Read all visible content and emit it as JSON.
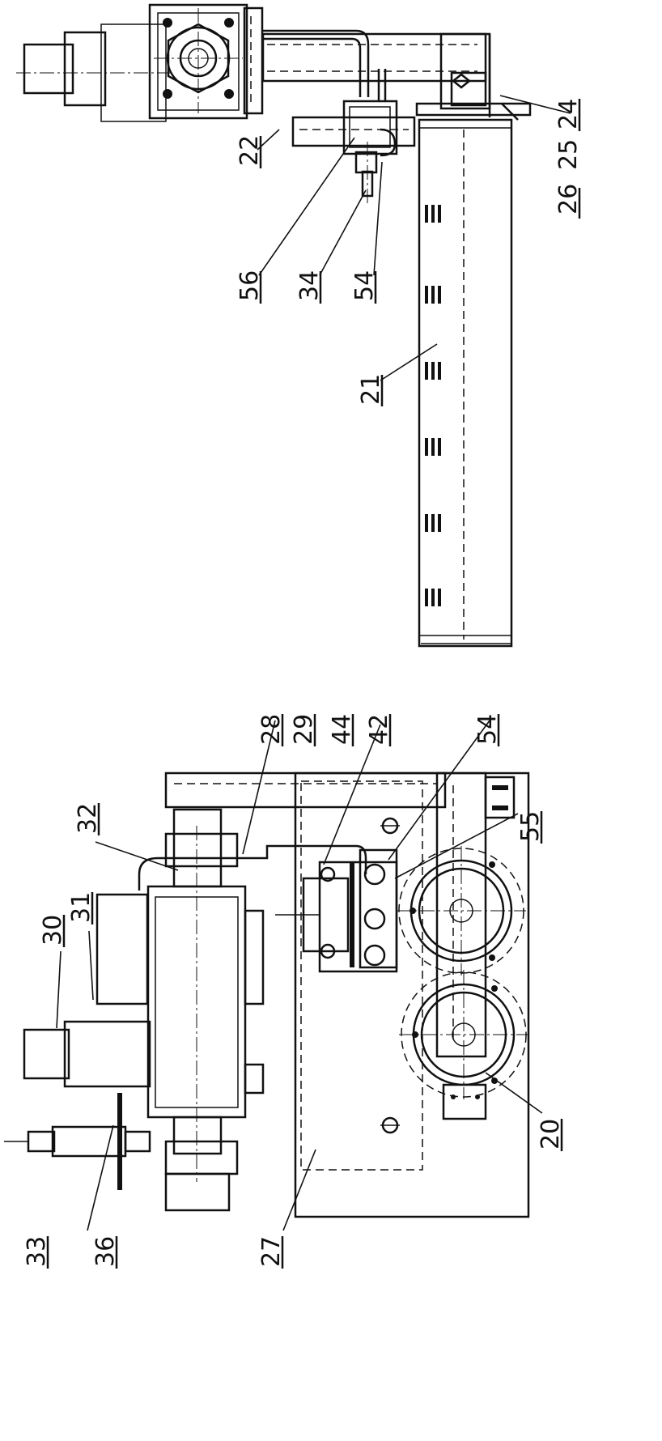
{
  "labels": {
    "l20": "20",
    "l21": "21",
    "l22": "22",
    "l24": "24",
    "l25": "25",
    "l26": "26",
    "l27": "27",
    "l28": "28",
    "l29": "29",
    "l30": "30",
    "l31": "31",
    "l32": "32",
    "l33": "33",
    "l34": "34",
    "l36": "36",
    "l42": "42",
    "l44": "44",
    "l54a": "54",
    "l54b": "54",
    "l55": "55",
    "l56": "56"
  }
}
